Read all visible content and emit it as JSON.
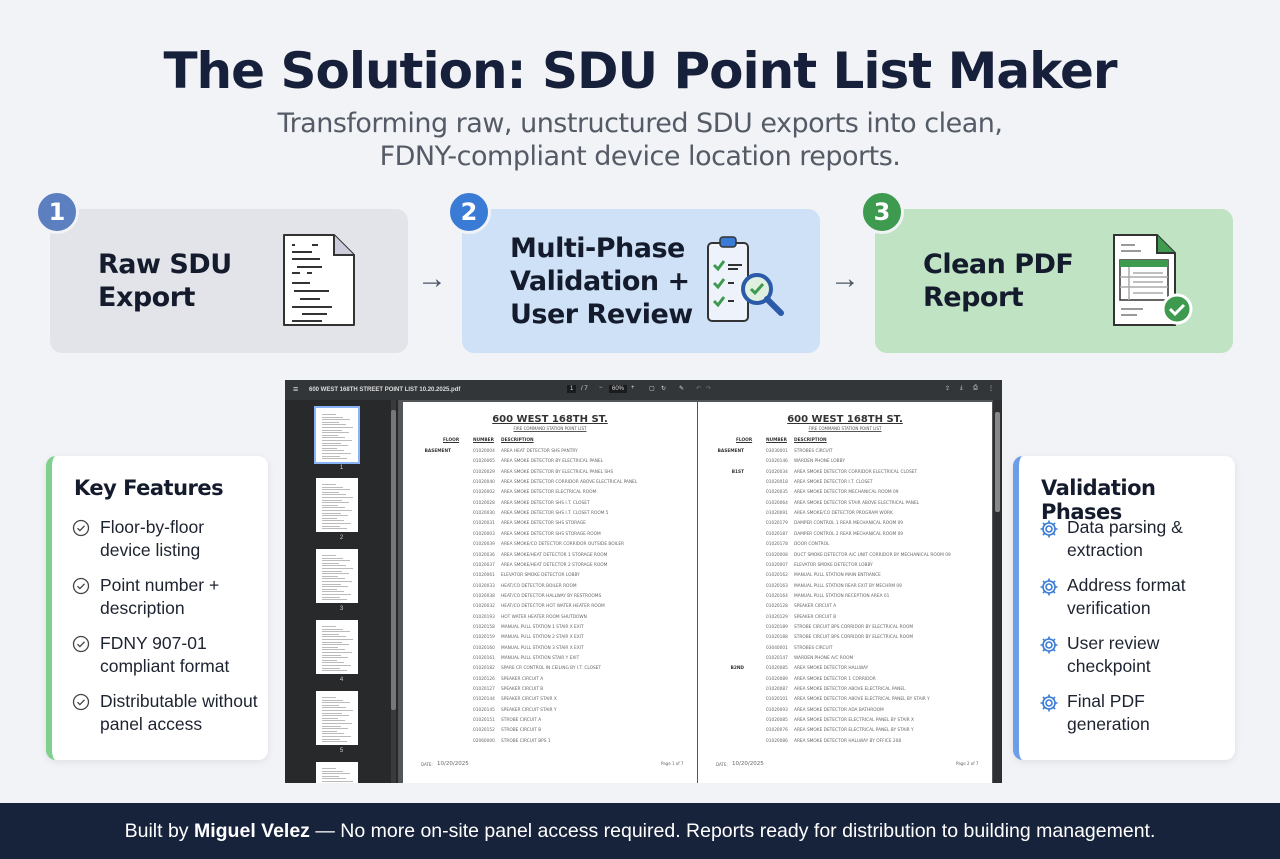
{
  "header": {
    "title": "The Solution: SDU Point List Maker",
    "subtitle_line1": "Transforming raw, unstructured SDU exports into clean,",
    "subtitle_line2": "FDNY-compliant device location reports."
  },
  "steps": [
    {
      "number": "1",
      "line1": "Raw SDU",
      "line2": "Export",
      "icon": "raw-document-icon",
      "color": "#5b7fbf",
      "bg": "#e2e4e9"
    },
    {
      "number": "2",
      "line1": "Multi-Phase",
      "line2": "Validation +",
      "line3": "User Review",
      "icon": "clipboard-magnifier-icon",
      "color": "#3a7bd5",
      "bg": "#cfe1f6"
    },
    {
      "number": "3",
      "line1": "Clean PDF",
      "line2": "Report",
      "icon": "pdf-report-check-icon",
      "color": "#3d9a4f",
      "bg": "#bfe3c3"
    }
  ],
  "key_features": {
    "title": "Key Features",
    "accent": "#7fcf8d",
    "items": [
      {
        "l1": "Floor-by-floor",
        "l2": "device listing"
      },
      {
        "l1": "Point number +",
        "l2": "description"
      },
      {
        "l1": "FDNY 907-01",
        "l2": "compliant format"
      },
      {
        "l1": "Distributable without",
        "l2": "panel access"
      }
    ]
  },
  "validation_phases": {
    "title": "Validation Phases",
    "accent": "#6a9ee8",
    "items": [
      {
        "l1": "Data parsing &",
        "l2": "extraction"
      },
      {
        "l1": "Address format",
        "l2": "verification"
      },
      {
        "l1": "User review",
        "l2": "checkpoint"
      },
      {
        "l1": "Final PDF",
        "l2": "generation"
      }
    ]
  },
  "viewer": {
    "filename": "600 WEST 168TH STREET POINT LIST 10.20.2025.pdf",
    "page": "1",
    "page_total": "/ 7",
    "zoom": "60%",
    "thumb_labels": [
      "1",
      "2",
      "3",
      "4",
      "5"
    ],
    "pages": [
      {
        "title": "600 WEST 168TH ST.",
        "subtitle": "FIRE COMMAND STATION POINT LIST",
        "h_floor": "FLOOR",
        "h_number": "NUMBER",
        "h_desc": "DESCRIPTION",
        "date_label": "DATE:",
        "date": "10/20/2025",
        "page_label": "Page 1 of 7",
        "rows": [
          [
            "BASEMENT",
            "01020004",
            "AREA HEAT DETECTOR SHS PANTRY"
          ],
          [
            "",
            "01020065",
            "AREA SMOKE DETECTOR BY ELECTRICAL PANEL"
          ],
          [
            "",
            "01020029",
            "AREA SMOKE DETECTOR BY ELECTRICAL PANEL SHS"
          ],
          [
            "",
            "01020040",
            "AREA SMOKE DETECTOR CORRIDOR ABOVE ELECTRICAL PANEL"
          ],
          [
            "",
            "01020002",
            "AREA SMOKE DETECTOR ELECTRICAL ROOM"
          ],
          [
            "",
            "01020028",
            "AREA SMOKE DETECTOR SHS I.T. CLOSET"
          ],
          [
            "",
            "01020030",
            "AREA SMOKE DETECTOR SHS I.T. CLOSET ROOM 5"
          ],
          [
            "",
            "01020031",
            "AREA SMOKE DETECTOR SHS STORAGE"
          ],
          [
            "",
            "01020003",
            "AREA SMOKE DETECTOR SHS STORAGE ROOM"
          ],
          [
            "",
            "01020039",
            "AREA SMOKE/CO DETECTOR CORRIDOR OUTSIDE BOILER"
          ],
          [
            "",
            "01020036",
            "AREA SMOKE/HEAT DETECTOR 1 STORAGE ROOM"
          ],
          [
            "",
            "01020037",
            "AREA SMOKE/HEAT DETECTOR 2 STORAGE ROOM"
          ],
          [
            "",
            "01020061",
            "ELEVATOR SMOKE DETECTOR LOBBY"
          ],
          [
            "",
            "01020033",
            "HEAT/CO DETECTOR BOILER ROOM"
          ],
          [
            "",
            "01020038",
            "HEAT/CO DETECTOR HALLWAY BY RESTROOMS"
          ],
          [
            "",
            "01020032",
            "HEAT/CO DETECTOR HOT WATER HEATER ROOM"
          ],
          [
            "",
            "01020193",
            "HOT WATER HEATER ROOM SHUTDOWN"
          ],
          [
            "",
            "01020158",
            "MANUAL PULL STATION 1 STAIR X EXIT"
          ],
          [
            "",
            "01020159",
            "MANUAL PULL STATION 2 STAIR X EXIT"
          ],
          [
            "",
            "01020160",
            "MANUAL PULL STATION 3 STAIR X EXIT"
          ],
          [
            "",
            "01020161",
            "MANUAL PULL STATION STAIR Y EXIT"
          ],
          [
            "",
            "01020182",
            "SPARE CR CONTROL IN CEILING BY I.T. CLOSET"
          ],
          [
            "",
            "01020126",
            "SPEAKER CIRCUIT A"
          ],
          [
            "",
            "01020127",
            "SPEAKER CIRCUIT B"
          ],
          [
            "",
            "01020144",
            "SPEAKER CIRCUIT STAIR X"
          ],
          [
            "",
            "01020145",
            "SPEAKER CIRCUIT STAIR Y"
          ],
          [
            "",
            "01020151",
            "STROBE CIRCUIT A"
          ],
          [
            "",
            "01020152",
            "STROBE CIRCUIT B"
          ],
          [
            "",
            "02060000",
            "STROBE CIRCUIT BPS 1"
          ]
        ]
      },
      {
        "title": "600 WEST 168TH ST.",
        "subtitle": "FIRE COMMAND STATION POINT LIST",
        "h_floor": "FLOOR",
        "h_number": "NUMBER",
        "h_desc": "DESCRIPTION",
        "date_label": "DATE:",
        "date": "10/20/2025",
        "page_label": "Page 2 of 7",
        "rows": [
          [
            "BASEMENT",
            "03030001",
            "STROBES CIRCUIT"
          ],
          [
            "",
            "01020146",
            "WARDEN PHONE LOBBY"
          ],
          [
            "B1ST",
            "01020034",
            "AREA SMOKE DETECTOR CORRIDOR ELECTRICAL CLOSET"
          ],
          [
            "",
            "01020018",
            "AREA SMOKE DETECTOR I.T. CLOSET"
          ],
          [
            "",
            "01020035",
            "AREA SMOKE DETECTOR MECHANICAL ROOM 09"
          ],
          [
            "",
            "01020064",
            "AREA SMOKE DETECTOR STAIR ABOVE ELECTRICAL PANEL"
          ],
          [
            "",
            "01020091",
            "AREA SMOKE/CO DETECTOR PROGRAM WORK"
          ],
          [
            "",
            "01020179",
            "DAMPER CONTROL 1 REAR MECHANICAL ROOM 09"
          ],
          [
            "",
            "01020187",
            "DAMPER CONTROL 2 REAR MECHANICAL ROOM 09"
          ],
          [
            "",
            "01020178",
            "DOOR CONTROL"
          ],
          [
            "",
            "01020008",
            "DUCT SMOKE DETECTOR A/C UNIT CORRIDOR BY MECHANICAL ROOM 09"
          ],
          [
            "",
            "01020007",
            "ELEVATOR SMOKE DETECTOR LOBBY"
          ],
          [
            "",
            "01020162",
            "MANUAL PULL STATION MAIN ENTRANCE"
          ],
          [
            "",
            "01020163",
            "MANUAL PULL STATION REAR EXIT BY MECHRM 09"
          ],
          [
            "",
            "01020164",
            "MANUAL PULL STATION RECEPTION AREA 01"
          ],
          [
            "",
            "01020128",
            "SPEAKER CIRCUIT A"
          ],
          [
            "",
            "01020129",
            "SPEAKER CIRCUIT B"
          ],
          [
            "",
            "01020189",
            "STROBE CIRCUIT BPS CORRIDOR BY ELECTRICAL ROOM"
          ],
          [
            "",
            "01020188",
            "STROBE CIRCUIT BPS CORRIDOR BY ELECTRICAL ROOM"
          ],
          [
            "",
            "03040001",
            "STROBES CIRCUIT"
          ],
          [
            "",
            "01020147",
            "WARDEN PHONE A/C ROOM"
          ],
          [
            "B2ND",
            "01020085",
            "AREA  SMOKE DETECTOR HALLWAY"
          ],
          [
            "",
            "01020089",
            "AREA SMOKE DETECTOR 1 CORRIDOR"
          ],
          [
            "",
            "01020087",
            "AREA SMOKE DETECTOR ABOVE ELECTRICAL PANEL"
          ],
          [
            "",
            "01020101",
            "AREA SMOKE DETECTOR ABOVE ELECTRICAL PANEL BY STAIR Y"
          ],
          [
            "",
            "01020093",
            "AREA SMOKE DETECTOR ADA BATHROOM"
          ],
          [
            "",
            "01020085",
            "AREA SMOKE DETECTOR ELECTRICAL PANEL BY STAIR X"
          ],
          [
            "",
            "01020076",
            "AREA SMOKE DETECTOR ELECTRICAL PANEL BY STAIR Y"
          ],
          [
            "",
            "01020086",
            "AREA SMOKE DETECTOR HALLWAY BY OFFICE 208"
          ]
        ]
      }
    ]
  },
  "footer": {
    "prefix": "Built by ",
    "author": "Miguel Velez",
    "suffix": " — No more on-site panel access required. Reports ready for distribution to building management."
  }
}
